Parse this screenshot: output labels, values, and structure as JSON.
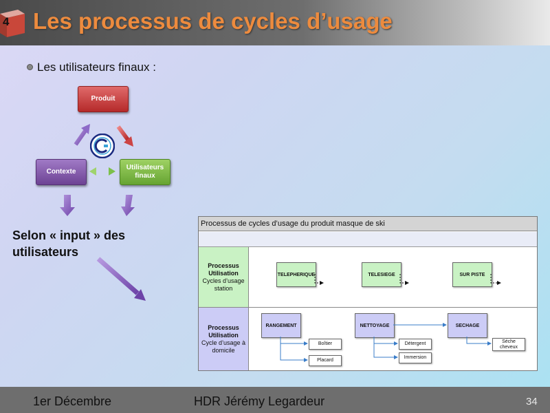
{
  "slide": {
    "title": "Les processus de cycles d’usage",
    "section_number": "4",
    "bullet_text": "Les utilisateurs finaux :",
    "note_text": "Selon « input » des utilisateurs"
  },
  "cycle": {
    "node_produit": "Produit",
    "node_contexte": "Contexte",
    "node_utilisateurs": "Utilisateurs finaux"
  },
  "process": {
    "title": "Processus de cycles d’usage du produit masque de ski",
    "lane_station": {
      "title": "Processus Utilisation",
      "subtitle": "Cycles d’usage station",
      "steps": [
        "TELEPHERIQUE",
        "TELESIEGE",
        "SUR PISTE"
      ]
    },
    "lane_domicile": {
      "title": "Processus Utilisation",
      "subtitle": "Cycle d’usage à domicile",
      "steps": [
        "RANGEMENT",
        "NETTOYAGE",
        "SECHAGE"
      ],
      "substeps": [
        "Boîtier",
        "Placard",
        "Détergent",
        "Immersion",
        "Séche cheveux"
      ]
    }
  },
  "footer": {
    "date": "1er Décembre",
    "author": "HDR Jérémy Legardeur",
    "page": "34"
  },
  "colors": {
    "title": "#ed8b3e",
    "produit": "#b52a2a",
    "contexte": "#6d4394",
    "utilisateurs": "#66a432",
    "lane_station": "#c9f2c4",
    "lane_domicile": "#ccccf6"
  }
}
